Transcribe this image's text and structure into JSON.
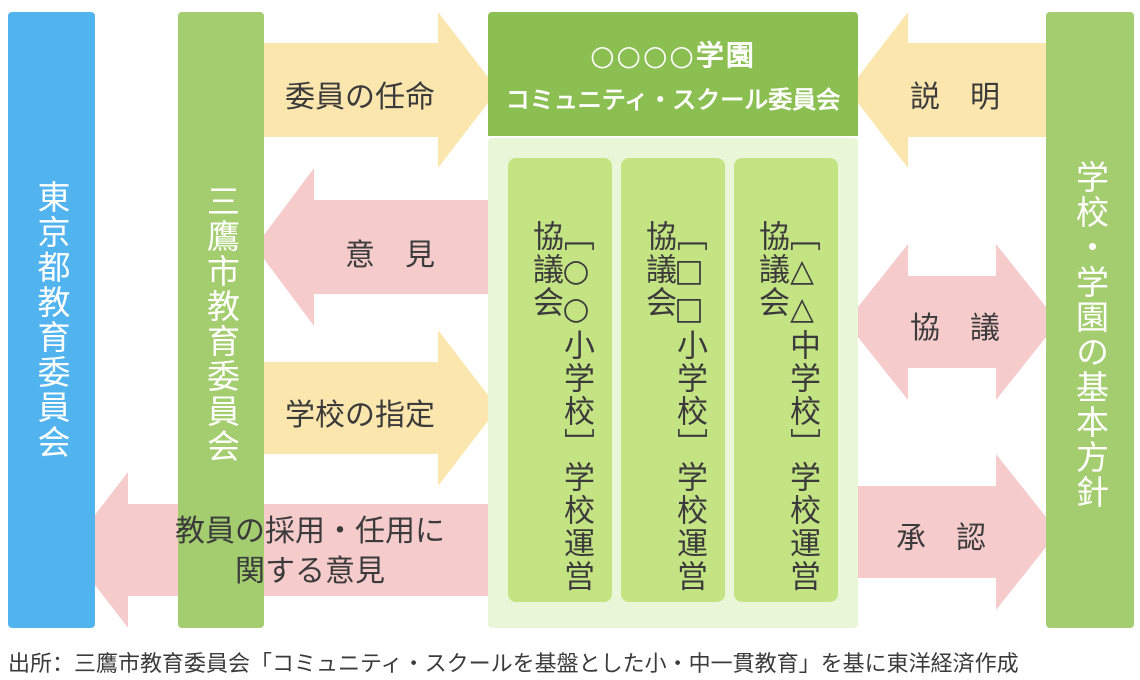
{
  "colors": {
    "tokyo_bar": "#52b4ef",
    "green_bar": "#a3cd6e",
    "committee_header": "#8cbf52",
    "committee_panel": "#e9f6d7",
    "council_box": "#c4e383",
    "arrow_yellow": "#fbe6ad",
    "arrow_pink": "#f6cbcb"
  },
  "entities": {
    "tokyo": "東京都教育委員会",
    "mitaka": "三鷹市教育委員会",
    "school_policy": "学校・学園の基本方針",
    "committee_line1": "○○○○学園",
    "committee_line2": "コミュニティ・スクール委員会"
  },
  "councils": [
    "［○○小学校］学校運営協議会",
    "［□□小学校］学校運営協議会",
    "［△△中学校］学校運営協議会"
  ],
  "arrows": {
    "appoint": "委員の任命",
    "opinion": "意　見",
    "designation": "学校の指定",
    "staff_opinion_line1": "教員の採用・任用に",
    "staff_opinion_line2": "関する意見",
    "explain": "説　明",
    "discuss": "協　議",
    "approve": "承　認"
  },
  "caption": "出所：三鷹市教育委員会「コミュニティ・スクールを基盤とした小・中一貫教育」を基に東洋経済作成"
}
